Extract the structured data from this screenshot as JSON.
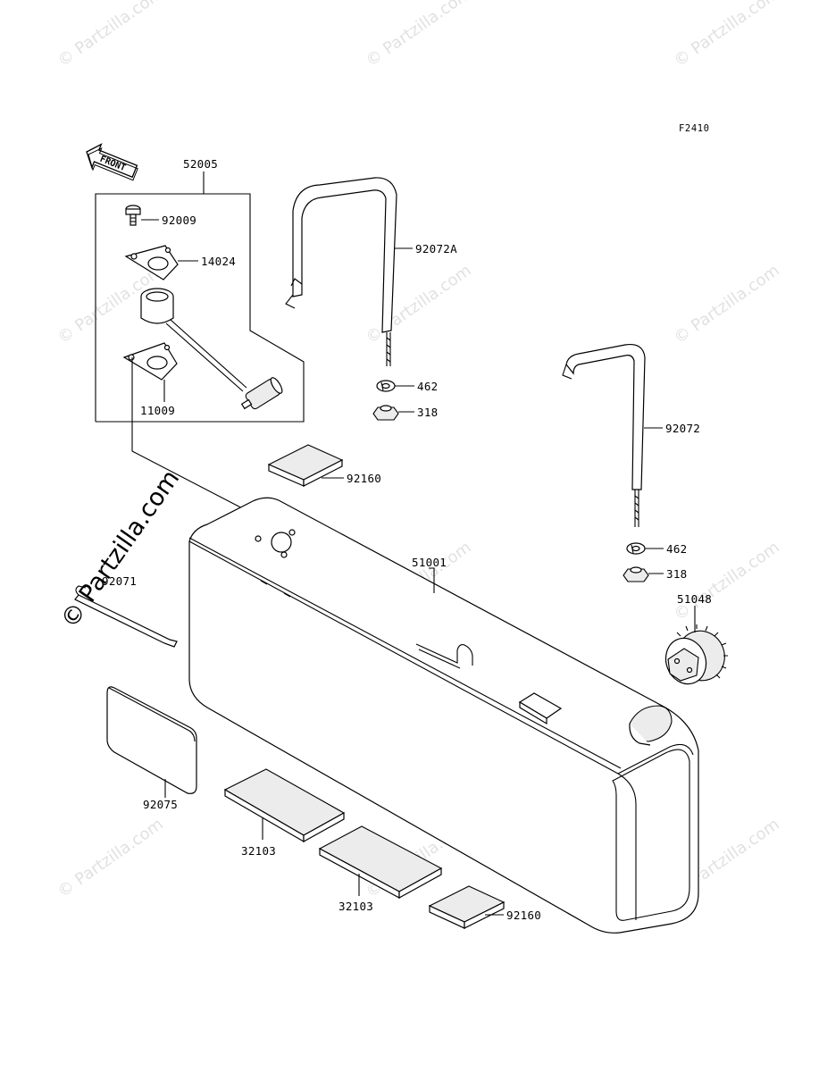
{
  "figure_id": "F2410",
  "front_indicator": "FRONT",
  "watermark": "© Partzilla.com",
  "parts": {
    "p52005": "52005",
    "p92009": "92009",
    "p14024": "14024",
    "p11009": "11009",
    "p92072A": "92072A",
    "p462a": "462",
    "p318a": "318",
    "p92160a": "92160",
    "p92072": "92072",
    "p462b": "462",
    "p318b": "318",
    "p51048": "51048",
    "p51001": "51001",
    "p92071": "92071",
    "p92075": "92075",
    "p32103a": "32103",
    "p32103b": "32103",
    "p92160b": "92160"
  }
}
